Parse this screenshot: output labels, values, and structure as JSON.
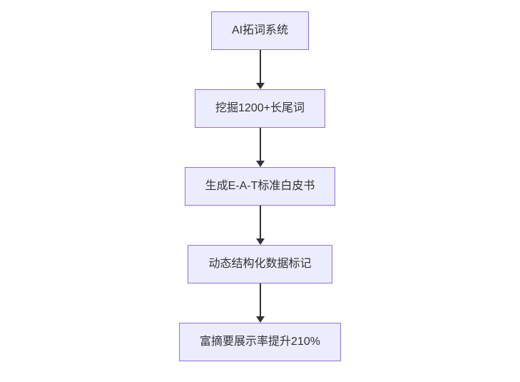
{
  "diagram": {
    "type": "flowchart",
    "direction": "top-down",
    "nodes": [
      {
        "id": "A",
        "label": "AI拓词系统"
      },
      {
        "id": "B",
        "label": "挖掘1200+长尾词"
      },
      {
        "id": "C",
        "label": "生成E-A-T标准白皮书"
      },
      {
        "id": "D",
        "label": "动态结构化数据标记"
      },
      {
        "id": "E",
        "label": "富摘要展示率提升210%"
      }
    ],
    "edges": [
      {
        "from": "A",
        "to": "B",
        "style": "arrow-down"
      },
      {
        "from": "B",
        "to": "C",
        "style": "arrow-down"
      },
      {
        "from": "C",
        "to": "D",
        "style": "arrow-down"
      },
      {
        "from": "D",
        "to": "E",
        "style": "arrow-down"
      }
    ],
    "colors": {
      "node_fill": "#ECECFF",
      "node_border": "#9370DB",
      "node_text": "#333333",
      "arrow": "#333333",
      "background": "#FFFFFF"
    }
  }
}
